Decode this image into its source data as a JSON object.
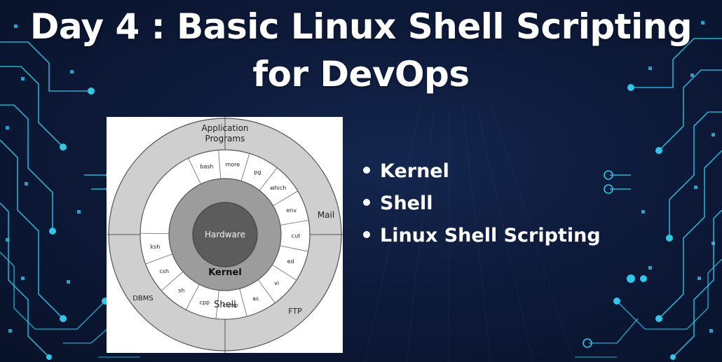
{
  "title": {
    "line1": "Day 4 : Basic Linux Shell Scripting",
    "line2": "for DevOps"
  },
  "diagram": {
    "outer_labels": {
      "application_programs_1": "Application",
      "application_programs_2": "Programs",
      "mail": "Mail",
      "dbms": "DBMS",
      "ftp": "FTP"
    },
    "shell_commands": [
      "bash",
      "more",
      "pg",
      "which",
      "env",
      "cut",
      "ed",
      "vi",
      "as",
      "comp",
      "cpp",
      "sh",
      "csh",
      "ksh"
    ],
    "shell_label": "Shell",
    "kernel_label": "Kernel",
    "hardware_label": "Hardware"
  },
  "bullets": [
    "Kernel",
    "Shell",
    "Linux Shell Scripting"
  ],
  "colors": {
    "background": "#0b1633",
    "circuit": "#2fc6e8",
    "outer_ring": "#c8c8c8",
    "shell_ring": "#ffffff",
    "kernel_ring": "#9a9a9a",
    "hardware_core": "#5a5a5a"
  }
}
